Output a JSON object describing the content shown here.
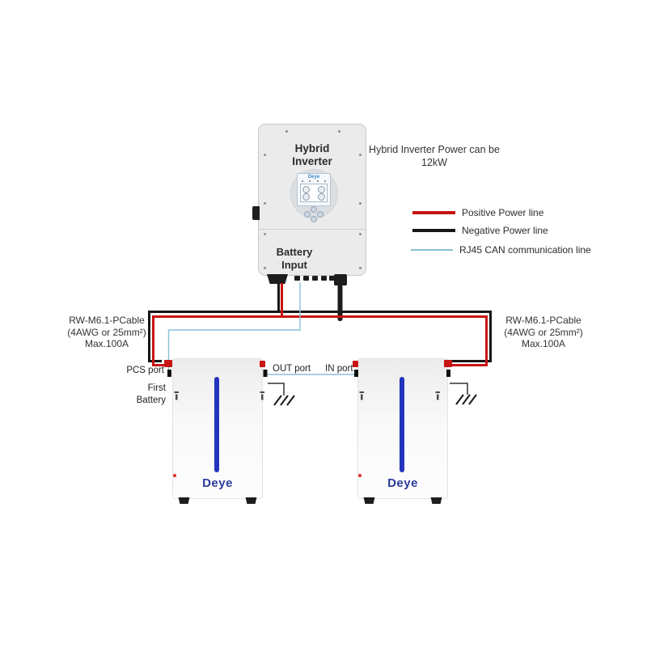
{
  "colors": {
    "positive": "#c81414",
    "negative": "#161616",
    "can": "#8cc0da",
    "battery_bar": "#2334bd",
    "brand_blue": "#2b3a9b",
    "brand_dot": "#e2342a",
    "screen_brand_blue": "#3f86cf"
  },
  "inverter": {
    "title": [
      "Hybrid",
      "Inverter"
    ],
    "screen_brand": "Deye",
    "battery_input": [
      "Battery",
      "Input"
    ]
  },
  "note": {
    "line1": "Hybrid Inverter Power can be",
    "line2": "12kW"
  },
  "legend": {
    "positive": "Positive Power line",
    "negative": "Negative Power line",
    "can": "RJ45 CAN communication line"
  },
  "cable_label": {
    "line1": "RW-M6.1-PCable",
    "line2": "(4AWG or 25mm²)",
    "line3": "Max.100A"
  },
  "ports": {
    "pcs": "PCS port",
    "out": "OUT port",
    "in": "IN port"
  },
  "first_battery": [
    "First",
    "Battery"
  ],
  "batteries": [
    {
      "brand": "Deye"
    },
    {
      "brand": "Deye"
    }
  ]
}
